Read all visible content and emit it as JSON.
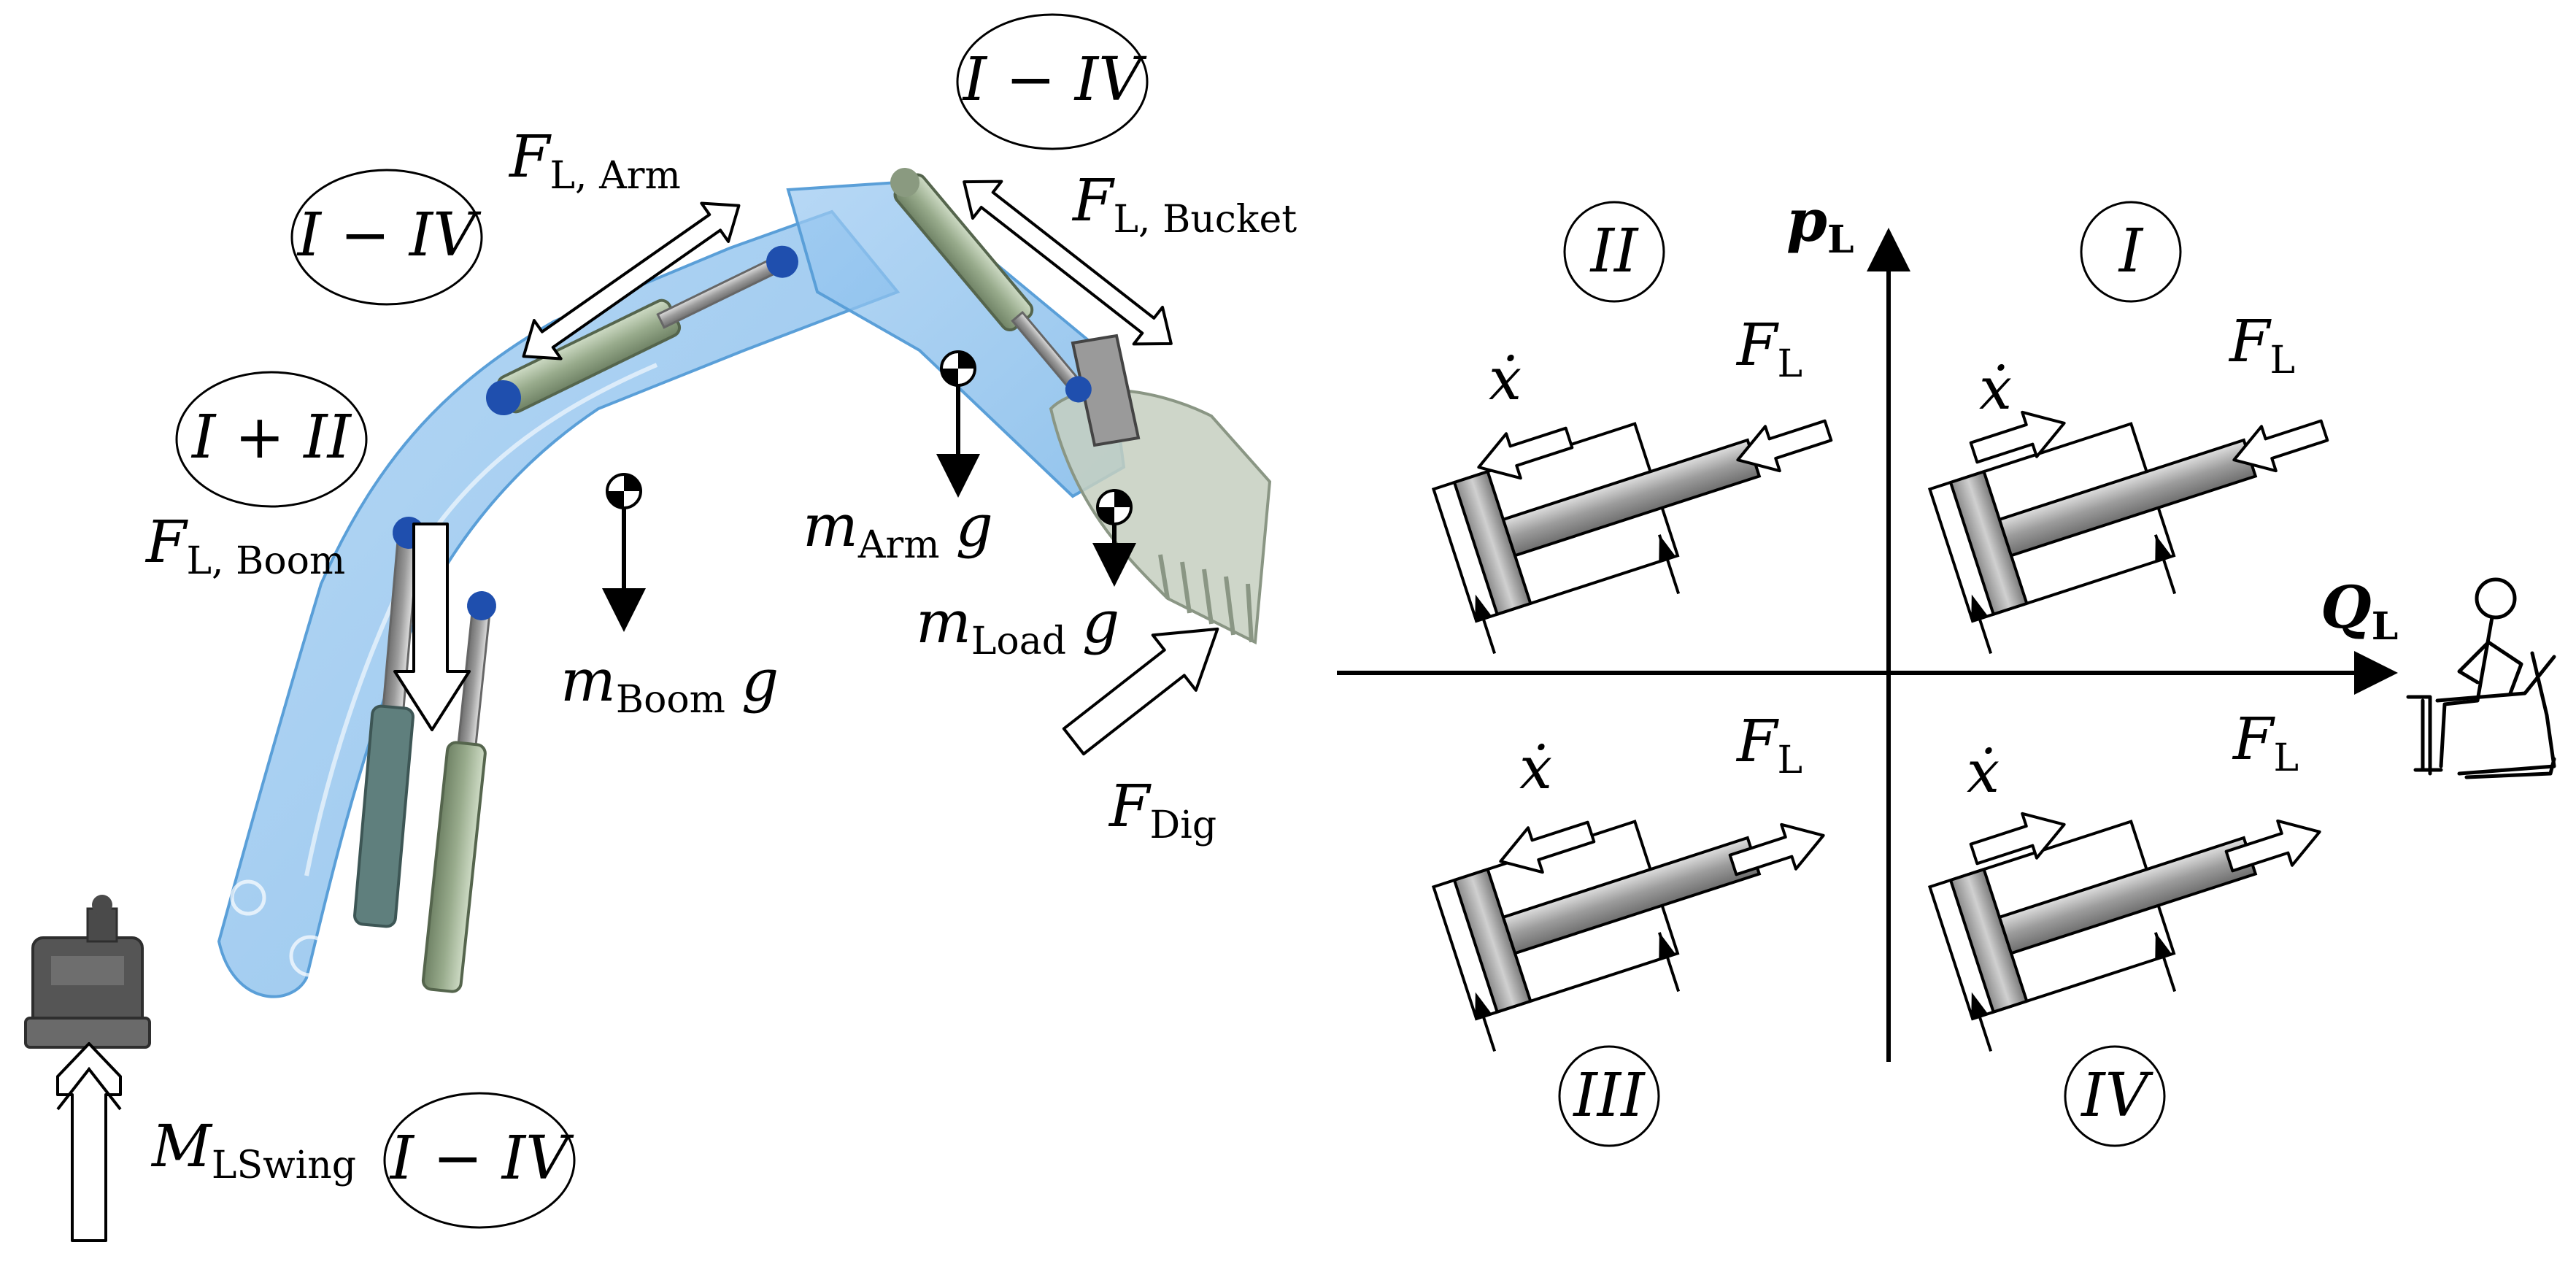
{
  "left_panel": {
    "regions": {
      "arm_cyl": "I − IV",
      "bucket_cyl": "I − IV",
      "boom_cyl": "I + II",
      "swing": "I − IV"
    },
    "forces": {
      "arm": {
        "main": "F",
        "sub": "L, Arm"
      },
      "bucket": {
        "main": "F",
        "sub": "L, Bucket"
      },
      "boom": {
        "main": "F",
        "sub": "L, Boom"
      },
      "dig": {
        "main": "F",
        "sub": "Dig"
      },
      "swing": {
        "main": "M",
        "sub": "LSwing"
      }
    },
    "masses": {
      "boom": {
        "main": "m",
        "sub": "Boom",
        "g": "g"
      },
      "arm": {
        "main": "m",
        "sub": "Arm",
        "g": "g"
      },
      "load": {
        "main": "m",
        "sub": "Load",
        "g": "g"
      }
    }
  },
  "right_panel": {
    "axes": {
      "y": {
        "main": "p",
        "sub": "L"
      },
      "x": {
        "main": "Q",
        "sub": "L"
      }
    },
    "quadrants": {
      "q1": "I",
      "q2": "II",
      "q3": "III",
      "q4": "IV"
    },
    "cylinder_labels": {
      "velocity": "ẋ",
      "force_main": "F",
      "force_sub": "L"
    }
  },
  "colors": {
    "boom_blue": "#7fb8ea",
    "cylinder_green": "#a7b89d",
    "cylinder_blue_cap": "#1f4fae",
    "bucket_gray": "#c6cfc0",
    "swing_gray": "#555555"
  }
}
